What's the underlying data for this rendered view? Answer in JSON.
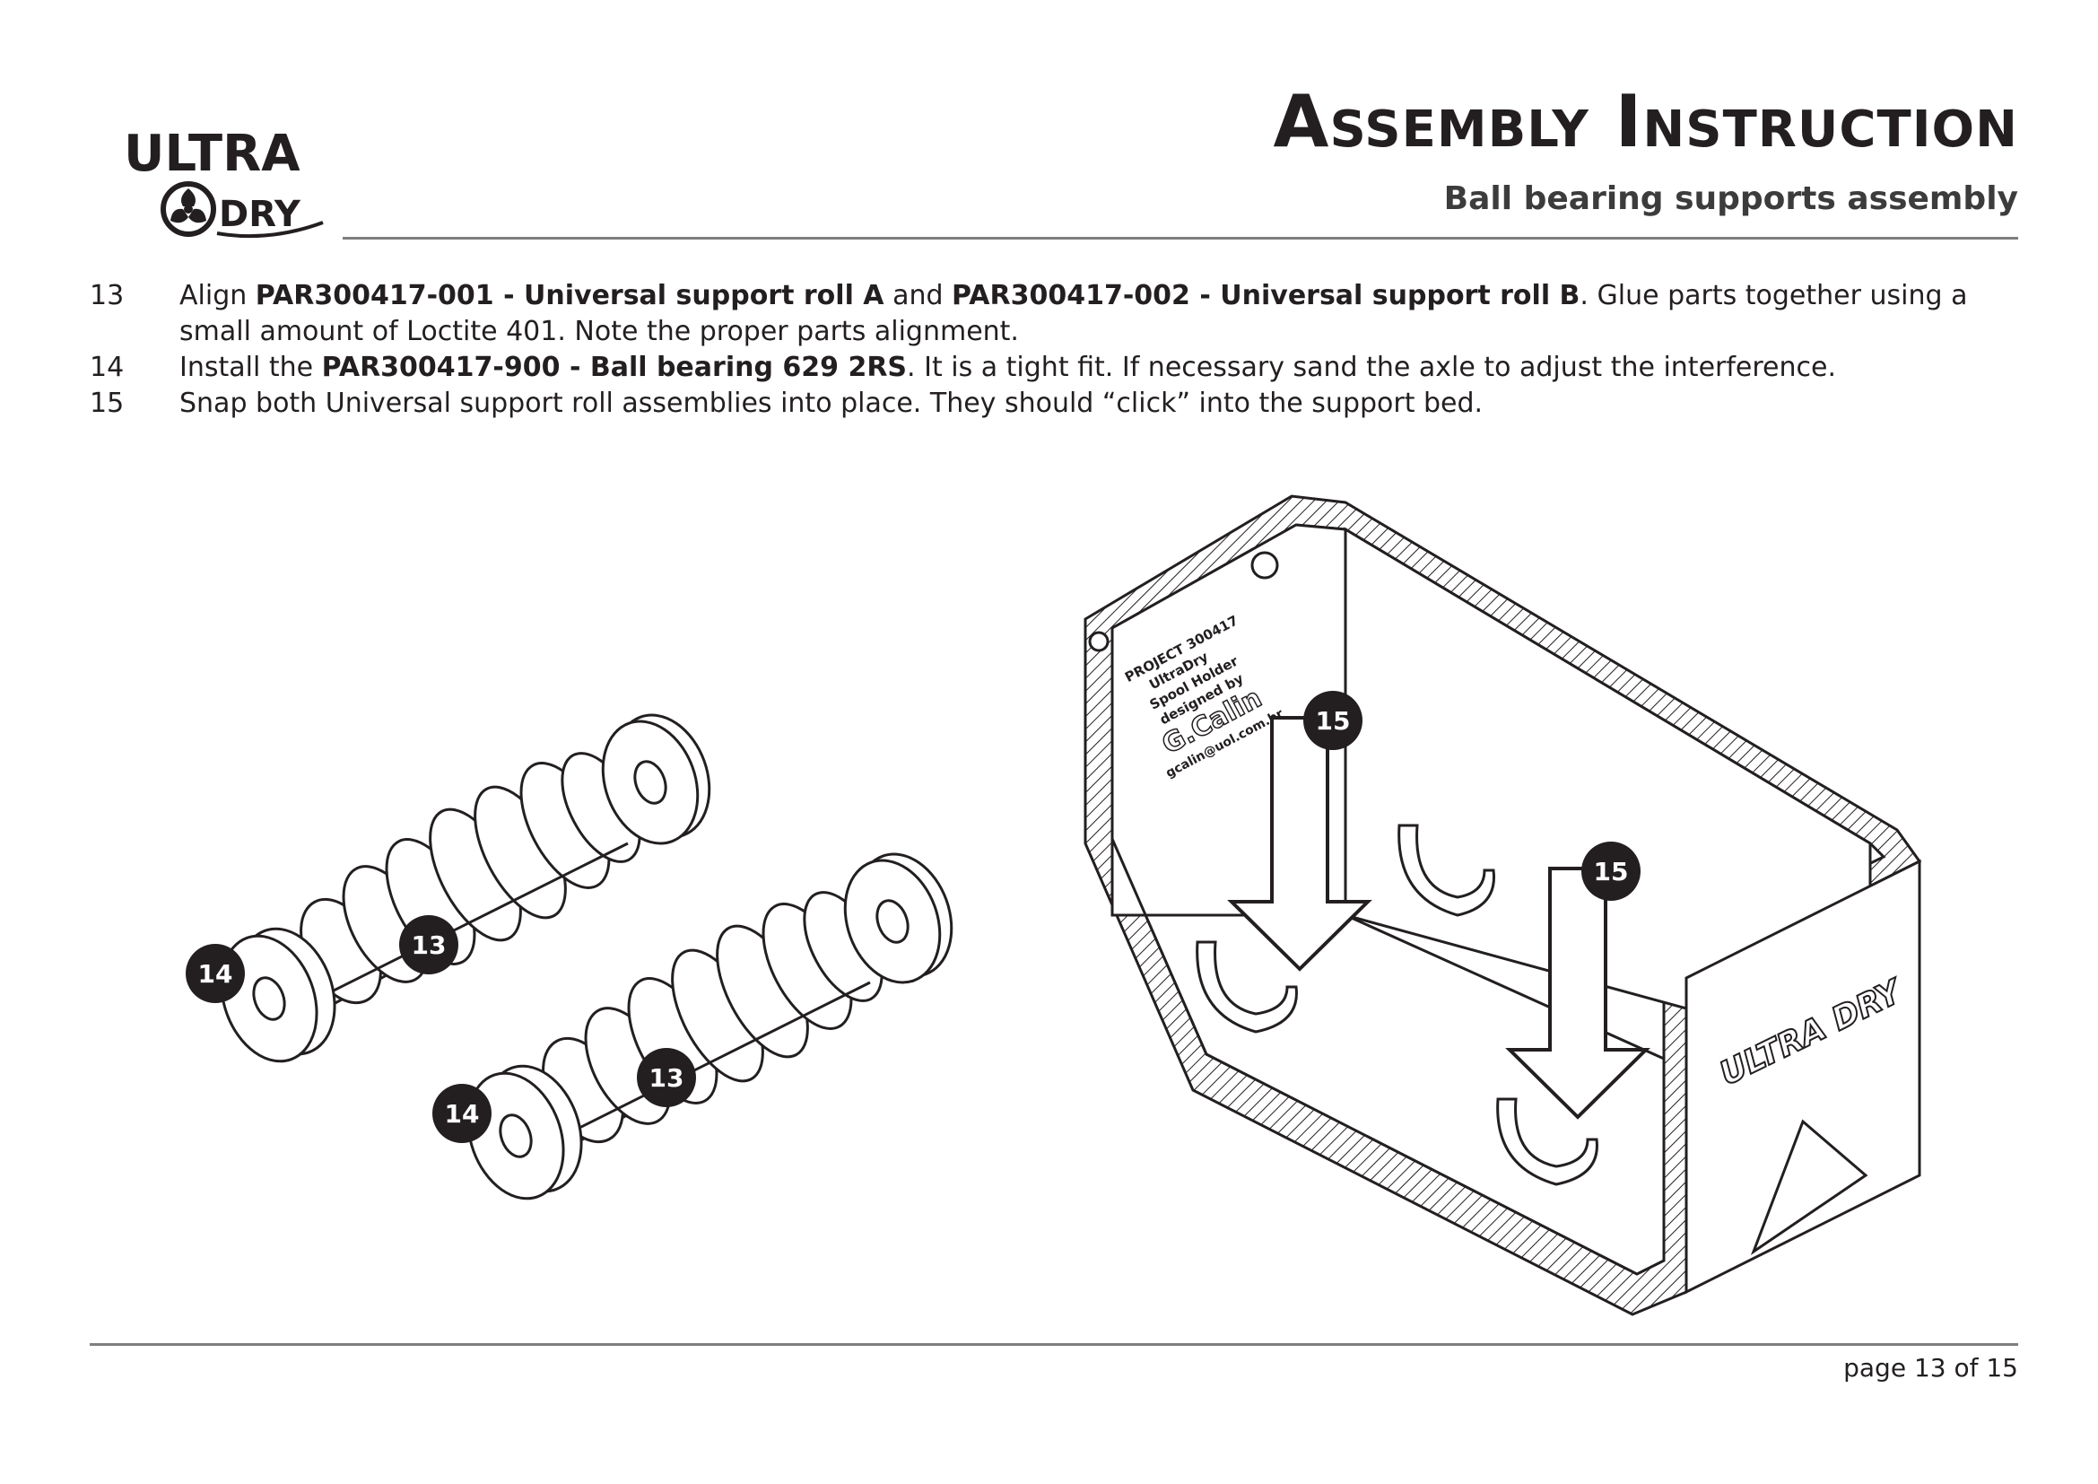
{
  "logo": {
    "line1": "ULTRA",
    "line2": "DRY"
  },
  "header": {
    "title": "Assembly Instruction",
    "subtitle": "Ball bearing supports assembly"
  },
  "steps": [
    {
      "number": "13",
      "parts": [
        {
          "text": "Align ",
          "bold": false
        },
        {
          "text": "PAR300417-001 - Universal support roll A",
          "bold": true
        },
        {
          "text": " and ",
          "bold": false
        },
        {
          "text": "PAR300417-002 - Universal support roll B",
          "bold": true
        },
        {
          "text": ". Glue parts together using a small amount of Loctite 401. Note the proper parts alignment.",
          "bold": false
        }
      ]
    },
    {
      "number": "14",
      "parts": [
        {
          "text": "Install the ",
          "bold": false
        },
        {
          "text": "PAR300417-900 - Ball bearing 629 2RS",
          "bold": true
        },
        {
          "text": ". It is a tight fit. If necessary sand the axle to adjust the interference.",
          "bold": false
        }
      ]
    },
    {
      "number": "15",
      "parts": [
        {
          "text": "Snap both Universal support roll assemblies into place. They should “click” into the support bed.",
          "bold": false
        }
      ]
    }
  ],
  "callouts": {
    "roll_left_bearing": "14",
    "roll_left_glue": "13",
    "roll_right_bearing": "14",
    "roll_right_glue": "13",
    "box_arrow_left": "15",
    "box_arrow_right": "15"
  },
  "box_engraving": {
    "line1": "PROJECT 300417",
    "line2": "UltraDry",
    "line3": "Spool Holder",
    "line4": "designed by",
    "line5": "G.Calin",
    "line6": "gcalin@uol.com.br",
    "side_logo": "ULTRA DRY"
  },
  "footer": {
    "page": "page 13 of 15"
  }
}
